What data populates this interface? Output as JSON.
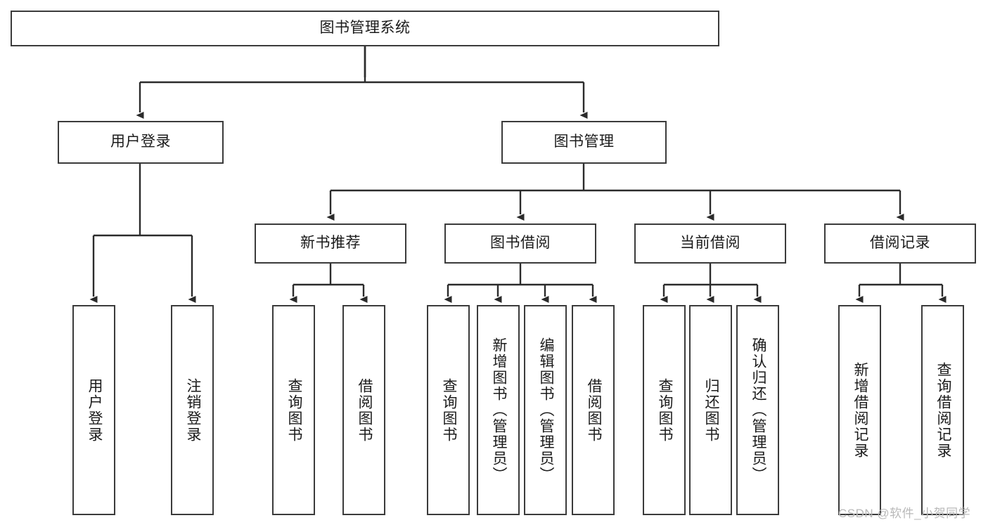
{
  "diagram": {
    "title": "图书管理系统",
    "type": "tree-hierarchy-chart",
    "orientation": "top-down",
    "colors": {
      "box_border": "#3b3b3b",
      "box_fill": "#ffffff",
      "connector": "#2b2b2b",
      "text": "#1b1b1b",
      "watermark": "#b9b9b9",
      "background": "#ffffff"
    }
  },
  "nodes": {
    "root": {
      "label": "图书管理系统"
    },
    "level2": [
      {
        "label": "用户登录"
      },
      {
        "label": "图书管理"
      }
    ],
    "level3": [
      {
        "label": "新书推荐"
      },
      {
        "label": "图书借阅"
      },
      {
        "label": "当前借阅"
      },
      {
        "label": "借阅记录"
      }
    ],
    "leaves": {
      "user_login": [
        {
          "label": "用户登录"
        },
        {
          "label": "注销登录"
        }
      ],
      "new_book_recommend": [
        {
          "label": "查询图书"
        },
        {
          "label": "借阅图书"
        }
      ],
      "book_borrow": [
        {
          "label": "查询图书"
        },
        {
          "label": "新增图书（管理员）"
        },
        {
          "label": "编辑图书（管理员）"
        },
        {
          "label": "借阅图书"
        }
      ],
      "current_borrow": [
        {
          "label": "查询图书"
        },
        {
          "label": "归还图书"
        },
        {
          "label": "确认归还（管理员）"
        }
      ],
      "borrow_record": [
        {
          "label": "新增借阅记录"
        },
        {
          "label": "查询借阅记录"
        }
      ]
    }
  },
  "watermark": {
    "text": "CSDN @软件_小贺同学"
  }
}
